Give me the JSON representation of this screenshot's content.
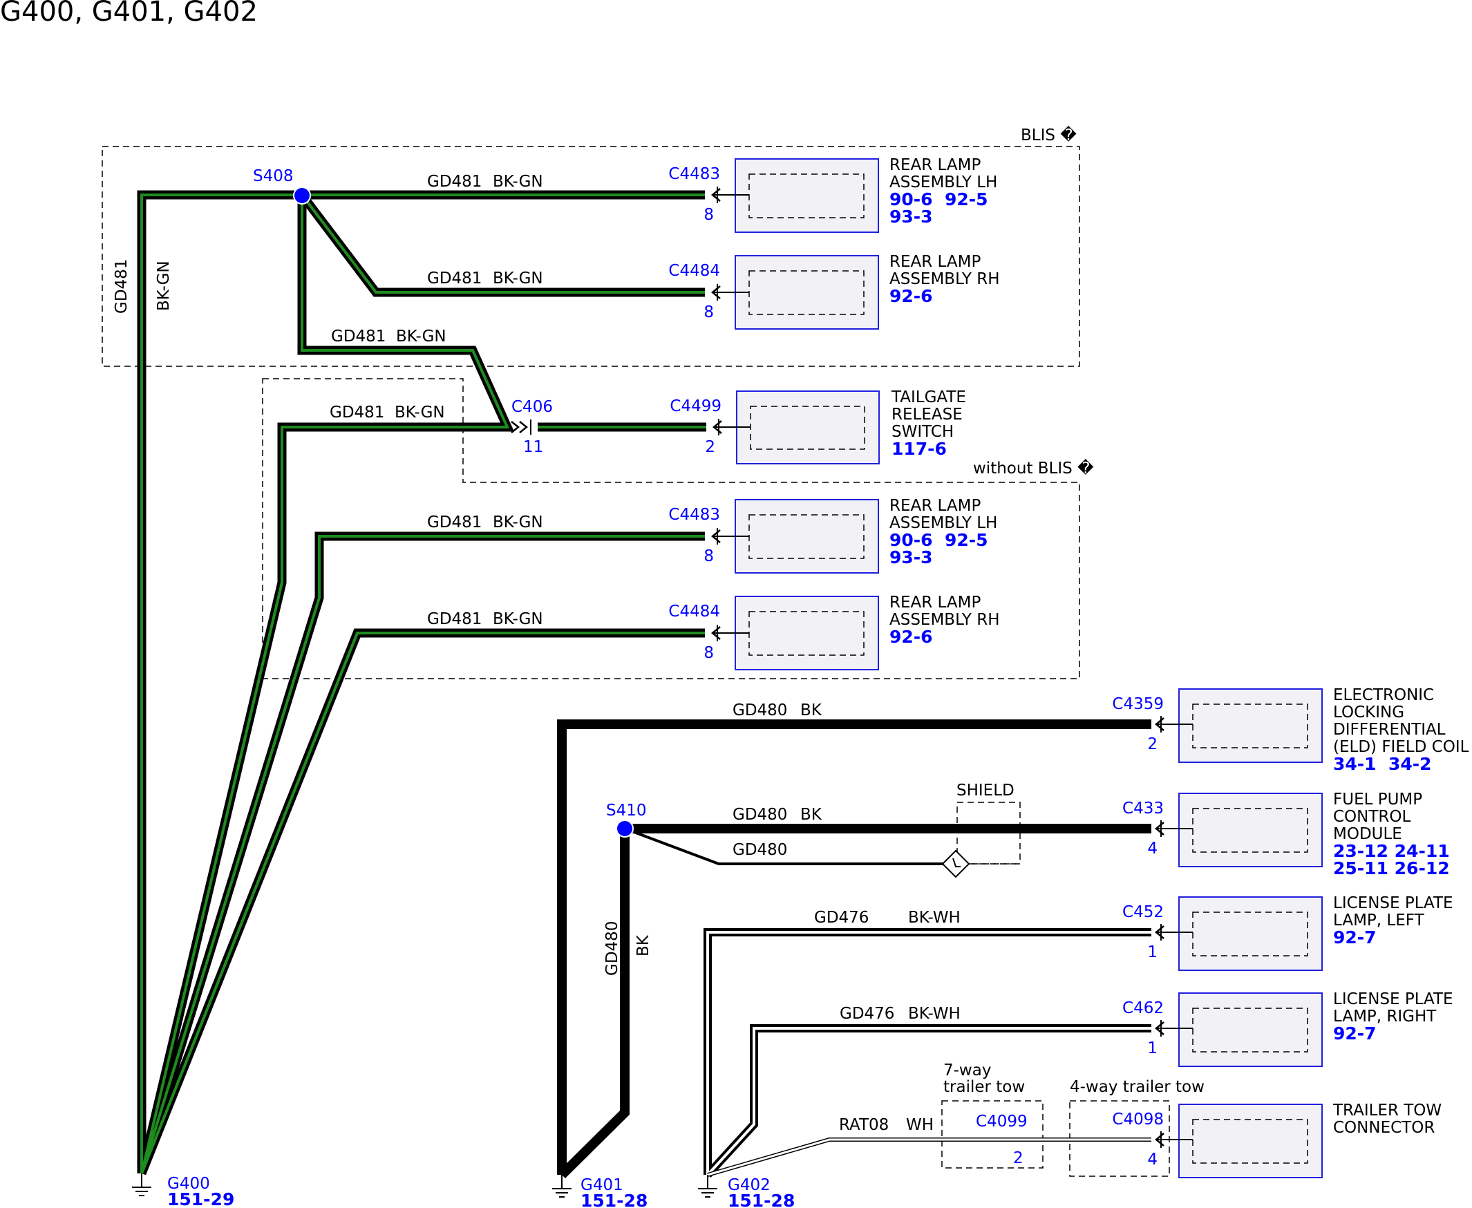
{
  "title": "G400, G401, G402",
  "regions": {
    "blis_label": "BLIS �",
    "without_blis_label": "without BLIS �",
    "shield_label": "SHIELD",
    "seven_way_label_1": "7-way",
    "seven_way_label_2": "trailer tow",
    "four_way_label": "4-way trailer tow"
  },
  "splices": {
    "s408": "S408",
    "s410": "S410"
  },
  "vertical_labels": {
    "gd481_circuit": "GD481",
    "gd481_color": "BK-GN",
    "gd480_circuit": "GD480",
    "gd480_color": "BK"
  },
  "wires": {
    "w1_circuit": "GD481",
    "w1_color": "BK-GN",
    "w2_circuit": "GD481",
    "w2_color": "BK-GN",
    "w3_circuit": "GD481",
    "w3_color": "BK-GN",
    "w4_circuit": "GD481",
    "w4_color": "BK-GN",
    "w5_circuit": "GD481",
    "w5_color": "BK-GN",
    "w6_circuit": "GD481",
    "w6_color": "BK-GN",
    "w7_circuit": "GD480",
    "w7_color": "BK",
    "w8_circuit": "GD480",
    "w8_color": "BK",
    "w9_circuit": "GD480",
    "w10_circuit": "GD476",
    "w10_color": "BK-WH",
    "w11_circuit": "GD476",
    "w11_color": "BK-WH",
    "w12_circuit": "RAT08",
    "w12_color": "WH"
  },
  "inline_connector": {
    "id": "C406",
    "pin": "11"
  },
  "components": [
    {
      "connector": "C4483",
      "pin": "8",
      "lines": [
        "REAR LAMP",
        "ASSEMBLY LH"
      ],
      "refs": [
        "90-6  92-5",
        "93-3"
      ]
    },
    {
      "connector": "C4484",
      "pin": "8",
      "lines": [
        "REAR LAMP",
        "ASSEMBLY RH"
      ],
      "refs": [
        "92-6"
      ]
    },
    {
      "connector": "C4499",
      "pin": "2",
      "lines": [
        "TAILGATE",
        "RELEASE",
        "SWITCH"
      ],
      "refs": [
        "117-6"
      ]
    },
    {
      "connector": "C4483",
      "pin": "8",
      "lines": [
        "REAR LAMP",
        "ASSEMBLY LH"
      ],
      "refs": [
        "90-6  92-5",
        "93-3"
      ]
    },
    {
      "connector": "C4484",
      "pin": "8",
      "lines": [
        "REAR LAMP",
        "ASSEMBLY RH"
      ],
      "refs": [
        "92-6"
      ]
    },
    {
      "connector": "C4359",
      "pin": "2",
      "lines": [
        "ELECTRONIC",
        "LOCKING",
        "DIFFERENTIAL",
        "(ELD) FIELD COIL"
      ],
      "refs": [
        "34-1  34-2"
      ]
    },
    {
      "connector": "C433",
      "pin": "4",
      "lines": [
        "FUEL PUMP",
        "CONTROL",
        "MODULE"
      ],
      "refs": [
        "23-12 24-11",
        "25-11 26-12"
      ]
    },
    {
      "connector": "C452",
      "pin": "1",
      "lines": [
        "LICENSE PLATE",
        "LAMP, LEFT"
      ],
      "refs": [
        "92-7"
      ]
    },
    {
      "connector": "C462",
      "pin": "1",
      "lines": [
        "LICENSE PLATE",
        "LAMP, RIGHT"
      ],
      "refs": [
        "92-7"
      ]
    },
    {
      "connector": "C4098",
      "pin": "4",
      "lines": [
        "TRAILER TOW",
        "CONNECTOR"
      ],
      "refs": []
    }
  ],
  "c4099": {
    "id": "C4099",
    "pin": "2"
  },
  "grounds": [
    {
      "id": "G400",
      "ref": "151-29"
    },
    {
      "id": "G401",
      "ref": "151-28"
    },
    {
      "id": "G402",
      "ref": "151-28"
    }
  ]
}
